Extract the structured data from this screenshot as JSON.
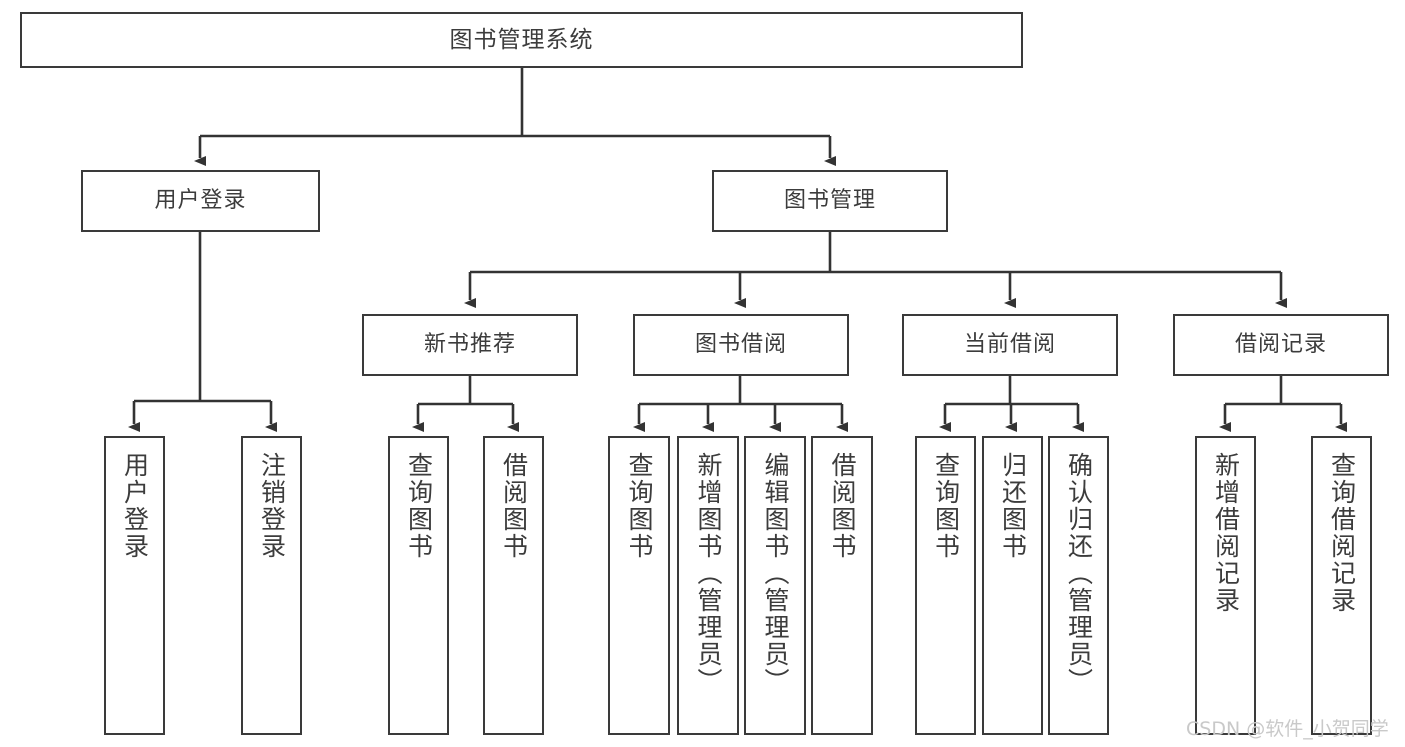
{
  "diagram": {
    "type": "tree-hierarchy",
    "title": "图书管理系统",
    "root": {
      "label": "图书管理系统"
    },
    "level1": [
      {
        "label": "用户登录"
      },
      {
        "label": "图书管理"
      }
    ],
    "level2": [
      {
        "label": "新书推荐",
        "parent": "图书管理"
      },
      {
        "label": "图书借阅",
        "parent": "图书管理"
      },
      {
        "label": "当前借阅",
        "parent": "图书管理"
      },
      {
        "label": "借阅记录",
        "parent": "图书管理"
      }
    ],
    "leaves": {
      "user_login": [
        {
          "label": "用户登录"
        },
        {
          "label": "注销登录"
        }
      ],
      "new_book_recommend": [
        {
          "label": "查询图书"
        },
        {
          "label": "借阅图书"
        }
      ],
      "book_borrow": [
        {
          "label": "查询图书"
        },
        {
          "label": "新增图书（管理员）"
        },
        {
          "label": "编辑图书（管理员）"
        },
        {
          "label": "借阅图书"
        }
      ],
      "current_borrow": [
        {
          "label": "查询图书"
        },
        {
          "label": "归还图书"
        },
        {
          "label": "确认归还（管理员）"
        }
      ],
      "borrow_record": [
        {
          "label": "新增借阅记录"
        },
        {
          "label": "查询借阅记录"
        }
      ]
    }
  },
  "watermark": {
    "text": "CSDN @软件_小贺同学"
  },
  "colors": {
    "border": "#3a3a3a",
    "text": "#3c3c3c",
    "background": "#ffffff",
    "connector": "#333333",
    "watermark": "#c9c9c9"
  }
}
